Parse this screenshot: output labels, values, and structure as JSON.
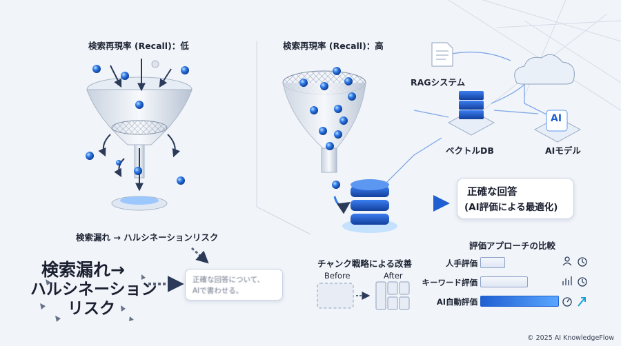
{
  "left": {
    "title": "検索再現率 (Recall)：低",
    "flow_label": "検索漏れ → ハルシネーションリスク",
    "big_line1": "検索漏れ→",
    "big_line2": "ハルシネーション",
    "big_line3": "リスク",
    "card_text_line1": "正確な回答について、",
    "card_text_line2": "AIで書わせる。"
  },
  "right": {
    "title": "検索再現率 (Recall)：高",
    "rag_label": "RAGシステム",
    "vectordb_label": "ベクトルDB",
    "ai_badge": "AI",
    "ai_model_label": "AIモデル",
    "answer_line1": "正確な回答",
    "answer_line2": "(AI評価による最適化)"
  },
  "chunk": {
    "title": "チャンク戦略による改善",
    "before": "Before",
    "after": "After"
  },
  "comparison": {
    "title": "評価アプローチの比較",
    "rows": [
      {
        "label": "人手評価",
        "level": 0.3
      },
      {
        "label": "キーワード評価",
        "level": 0.6
      },
      {
        "label": "AI自動評価",
        "level": 1.0
      }
    ]
  },
  "colors": {
    "accent": "#1f5fd1",
    "ball": "#2f7be6",
    "text": "#1d2433"
  },
  "icons": [
    "person-icon",
    "clock-icon",
    "growth-chart-icon",
    "gauge-icon",
    "up-arrow-icon",
    "document-icon",
    "cloud-icon",
    "server-icon"
  ],
  "copyright": "© 2025 AI KnowledgeFlow"
}
